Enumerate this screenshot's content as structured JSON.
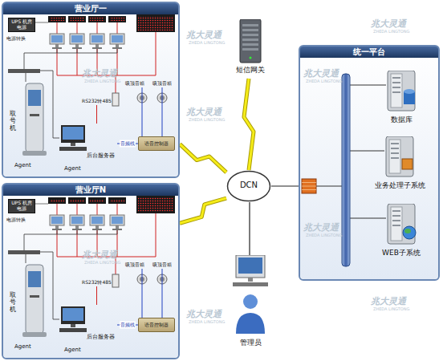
{
  "diagram": {
    "nodes": [
      {
        "text": [
          "营业厅一"
        ]
      },
      {
        "text": [
          "UPS 机房电源"
        ],
        "in": 0
      },
      {
        "text": [
          "吸顶音箱"
        ],
        "in": 0
      },
      {
        "text": [
          "吸顶音箱"
        ],
        "in": 0
      },
      {
        "text": [
          "RS232转485"
        ],
        "in": 0
      },
      {
        "text": [
          "取号机",
          "Agent"
        ],
        "in": 0
      },
      {
        "text": [
          "后台服务器",
          "Agent"
        ],
        "in": 0
      },
      {
        "text": [
          "语音控制器"
        ],
        "in": 0
      },
      {
        "text": [
          "营业厅N"
        ]
      },
      {
        "text": [
          "UPS 机房电源"
        ],
        "in": 8
      },
      {
        "text": [
          "吸顶音箱"
        ],
        "in": 8
      },
      {
        "text": [
          "吸顶音箱"
        ],
        "in": 8
      },
      {
        "text": [
          "RS232转485"
        ],
        "in": 8
      },
      {
        "text": [
          "取号机",
          "Agent"
        ],
        "in": 8
      },
      {
        "text": [
          "后台服务器",
          "Agent"
        ],
        "in": 8
      },
      {
        "text": [
          "语音控制器"
        ],
        "in": 8
      },
      {
        "text": [
          "短信网关"
        ]
      },
      {
        "text": [
          "统一平台"
        ]
      },
      {
        "text": [
          "数据库"
        ],
        "in": 17
      },
      {
        "text": [
          "业务处理子系统"
        ],
        "in": 17
      },
      {
        "text": [
          "WEB子系统"
        ],
        "in": 17
      },
      {
        "text": [
          "DCN"
        ]
      },
      {
        "text": [
          "管理员"
        ]
      }
    ],
    "edges": [
      {
        "from": 4,
        "to": 6,
        "arrow": "none"
      },
      {
        "from": 6,
        "to": 7,
        "label": "音频线",
        "arrow": "none"
      },
      {
        "from": 2,
        "to": 7,
        "arrow": "none"
      },
      {
        "from": 3,
        "to": 7,
        "arrow": "none"
      },
      {
        "from": 12,
        "to": 14,
        "arrow": "none"
      },
      {
        "from": 14,
        "to": 15,
        "label": "音频线",
        "arrow": "none"
      },
      {
        "from": 10,
        "to": 15,
        "arrow": "none"
      },
      {
        "from": 11,
        "to": 15,
        "arrow": "none"
      },
      {
        "from": 0,
        "to": 21,
        "arrow": "none"
      },
      {
        "from": 8,
        "to": 21,
        "arrow": "none"
      },
      {
        "from": 16,
        "to": 21,
        "arrow": "none"
      },
      {
        "from": 22,
        "to": 21,
        "arrow": "none"
      },
      {
        "from": 21,
        "to": 17,
        "arrow": "none"
      }
    ],
    "labels": [
      "电源转换",
      "电源转换",
      "兆大灵通",
      "ZHEDA LINGTONG",
      "兆大灵通",
      "ZHEDA LINGTONG",
      "兆大灵通",
      "ZHEDA LINGTONG",
      "兆大灵通",
      "ZHEDA LINGTONG",
      "兆大灵通",
      "ZHEDA LINGTONG",
      "兆大灵通",
      "ZHEDA LINGTONG",
      "兆大灵通",
      "ZHEDA LINGTONG",
      "兆大灵通",
      "ZHEDA LINGTONG",
      "兆大灵通",
      "ZHEDA LINGTONG"
    ]
  }
}
